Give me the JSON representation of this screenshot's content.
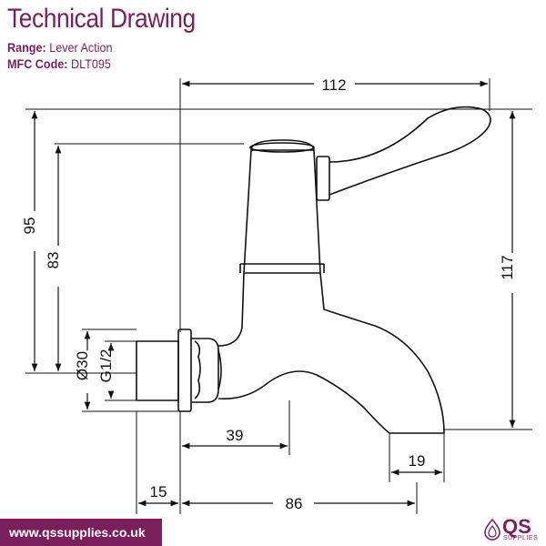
{
  "header": {
    "title": "Technical Drawing",
    "range_label": "Range:",
    "range_value": "Lever Action",
    "code_label": "MFC Code:",
    "code_value": "DLT095"
  },
  "dimensions": {
    "width_top": "112",
    "height_left_outer": "95",
    "height_left_inner": "83",
    "height_right": "117",
    "dia_body": "Ø30",
    "thread": "G1/2",
    "inlet_to_spout": "39",
    "spout_outlet": "19",
    "backnut": "15",
    "reach": "86"
  },
  "footer": {
    "website": "www.qssupplies.co.uk",
    "logo_text": "QS",
    "logo_sub": "SUPPLIES"
  },
  "colors": {
    "brand": "#7a1f5c",
    "line": "#111111"
  }
}
